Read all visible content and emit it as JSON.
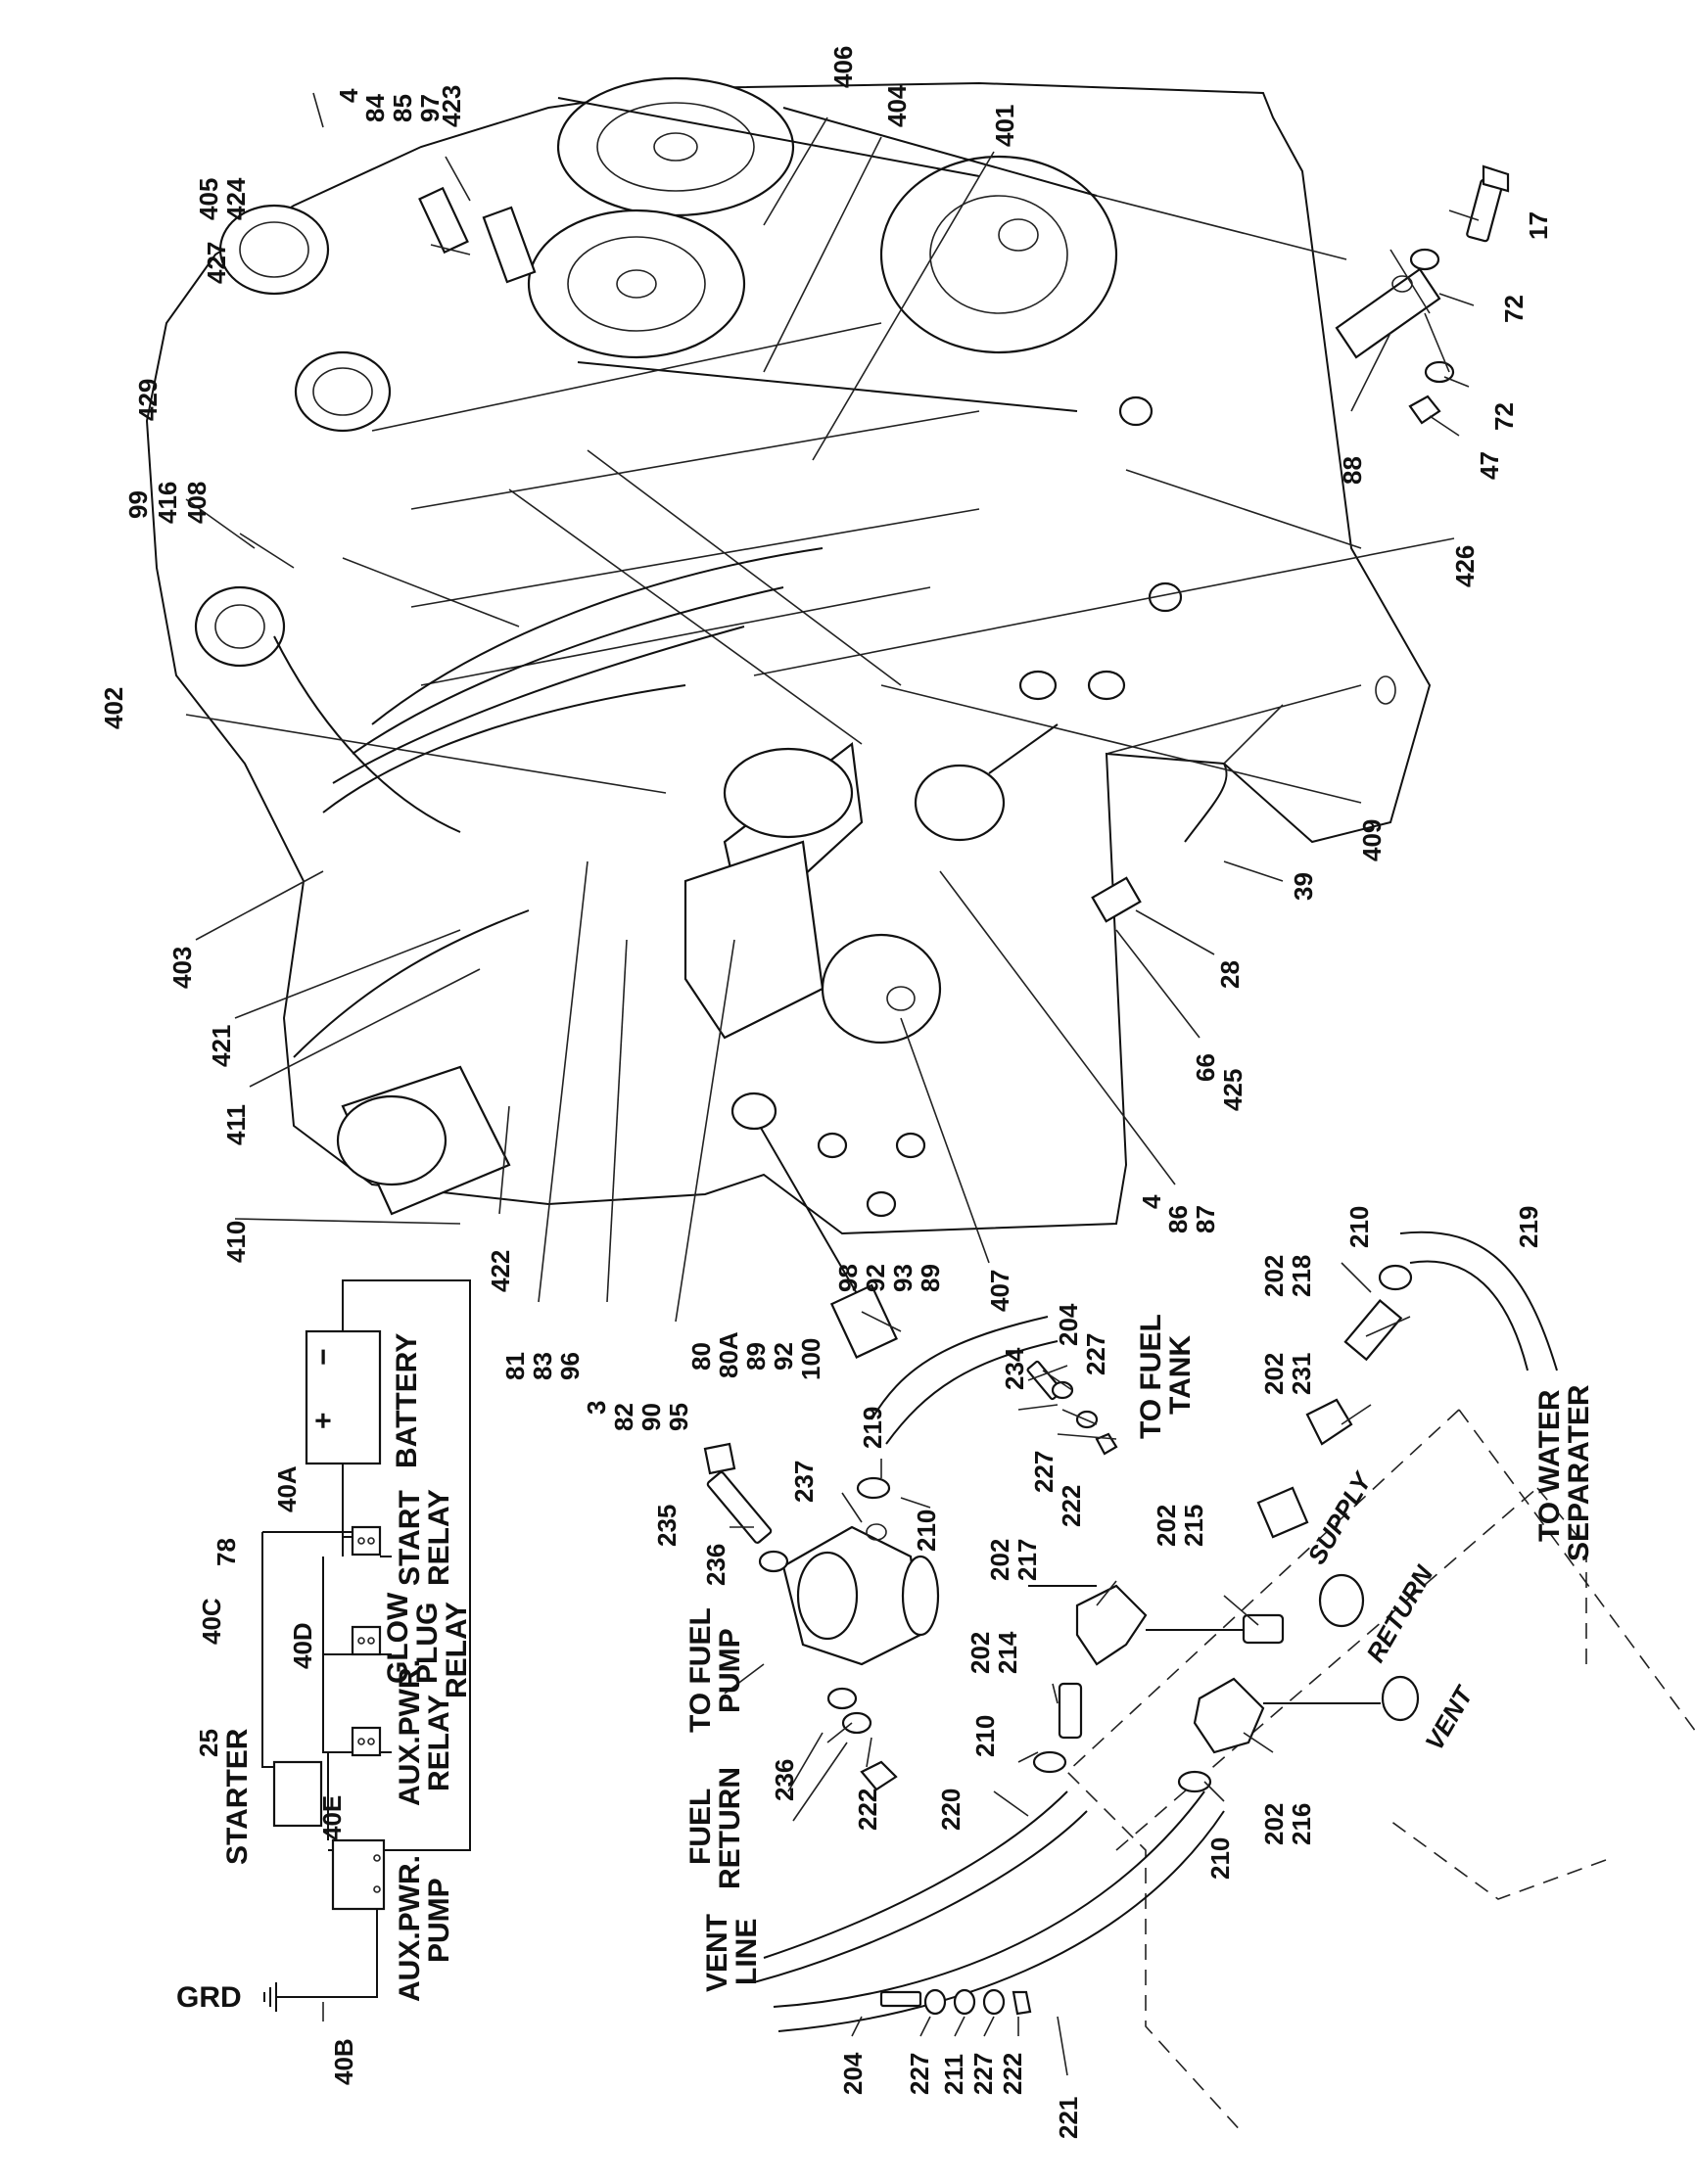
{
  "labels": {
    "l406": "406",
    "l404": "404",
    "l401": "401",
    "l4a": "4",
    "l84": "84",
    "l85": "85",
    "l97": "97",
    "l423": "423",
    "l405": "405",
    "l424": "424",
    "l427": "427",
    "l17": "17",
    "l72a": "72",
    "l72b": "72",
    "l47": "47",
    "l88": "88",
    "l429": "429",
    "l99": "99",
    "l416": "416",
    "l408": "408",
    "l426": "426",
    "l402": "402",
    "l409": "409",
    "l39": "39",
    "l28": "28",
    "l403": "403",
    "l421": "421",
    "l411": "411",
    "l410": "410",
    "l422": "422",
    "l66": "66",
    "l425": "425",
    "l4b": "4",
    "l86": "86",
    "l87": "87",
    "l407": "407",
    "l81": "81",
    "l83": "83",
    "l96": "96",
    "l3": "3",
    "l82": "82",
    "l90": "90",
    "l95": "95",
    "l80": "80",
    "l80a": "80A",
    "l89a": "89",
    "l92a": "92",
    "l100": "100",
    "l98": "98",
    "l92b": "92",
    "l93": "93",
    "l89b": "89",
    "l210a": "210",
    "l219a": "219",
    "l202a": "202",
    "l218": "218",
    "l204a": "204",
    "l227a": "227",
    "l234": "234",
    "l219b": "219",
    "l227b": "227",
    "l222a": "222",
    "l202b": "202",
    "l231": "231",
    "l237": "237",
    "l235": "235",
    "l236a": "236",
    "l210b": "210",
    "l202c": "202",
    "l217": "217",
    "l202d": "202",
    "l215": "215",
    "l202e": "202",
    "l214": "214",
    "l236b": "236",
    "l222b": "222",
    "l210c": "210",
    "l220": "220",
    "l202f": "202",
    "l216": "216",
    "l210d": "210",
    "l221": "221",
    "l204b": "204",
    "l227c": "227",
    "l211": "211",
    "l227d": "227",
    "l222c": "222",
    "l40a": "40A",
    "l78": "78",
    "l40c": "40C",
    "l40d": "40D",
    "l25": "25",
    "l40e": "40E",
    "l40b": "40B",
    "grd": "GRD"
  },
  "callouts": {
    "battery": "BATTERY",
    "start": "START",
    "relay1": "RELAY",
    "glow": "GLOW",
    "plug": "PLUG",
    "relay2": "RELAY",
    "auxpwr": "AUX.PWR.",
    "relay3": "RELAY",
    "starter": "STARTER",
    "auxpwr2": "AUX.PWR.",
    "pump": "PUMP",
    "to_fuel_tank_1": "TO FUEL",
    "to_fuel_tank_2": "TANK",
    "to_fuel_pump_1": "TO FUEL",
    "to_fuel_pump_2": "PUMP",
    "fuel_return_1": "FUEL",
    "fuel_return_2": "RETURN",
    "vent_line_1": "VENT",
    "vent_line_2": "LINE",
    "to_water_1": "TO WATER",
    "to_water_2": "SEPARATER",
    "supply": "SUPPLY",
    "return": "RETURN",
    "vent": "VENT",
    "plus": "+",
    "minus": "−"
  }
}
